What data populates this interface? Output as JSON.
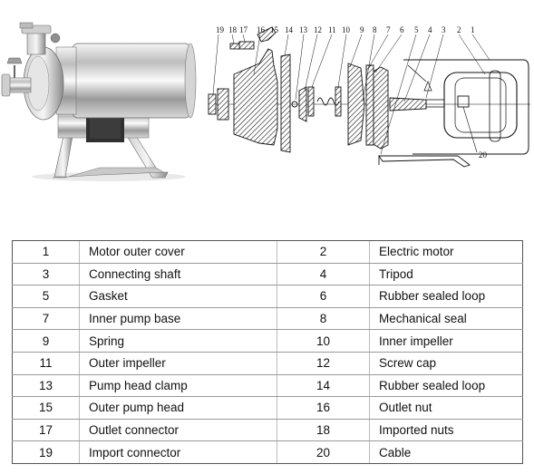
{
  "callouts": [
    "19",
    "18",
    "17",
    "16",
    "15",
    "14",
    "13",
    "12",
    "11",
    "10",
    "9",
    "8",
    "7",
    "6",
    "5",
    "4",
    "3",
    "2",
    "1",
    "20"
  ],
  "parts": [
    {
      "num": "1",
      "name": "Motor outer cover"
    },
    {
      "num": "2",
      "name": "Electric motor"
    },
    {
      "num": "3",
      "name": "Connecting shaft"
    },
    {
      "num": "4",
      "name": "Tripod"
    },
    {
      "num": "5",
      "name": "Gasket"
    },
    {
      "num": "6",
      "name": "Rubber sealed loop"
    },
    {
      "num": "7",
      "name": "Inner pump base"
    },
    {
      "num": "8",
      "name": "Mechanical seal"
    },
    {
      "num": "9",
      "name": "Spring"
    },
    {
      "num": "10",
      "name": "Inner impeller"
    },
    {
      "num": "11",
      "name": "Outer impeller"
    },
    {
      "num": "12",
      "name": "Screw cap"
    },
    {
      "num": "13",
      "name": "Pump head clamp"
    },
    {
      "num": "14",
      "name": "Rubber sealed loop"
    },
    {
      "num": "15",
      "name": "Outer pump head"
    },
    {
      "num": "16",
      "name": "Outlet nut"
    },
    {
      "num": "17",
      "name": "Outlet connector"
    },
    {
      "num": "18",
      "name": "Imported nuts"
    },
    {
      "num": "19",
      "name": "Import connector"
    },
    {
      "num": "20",
      "name": "Cable"
    }
  ]
}
